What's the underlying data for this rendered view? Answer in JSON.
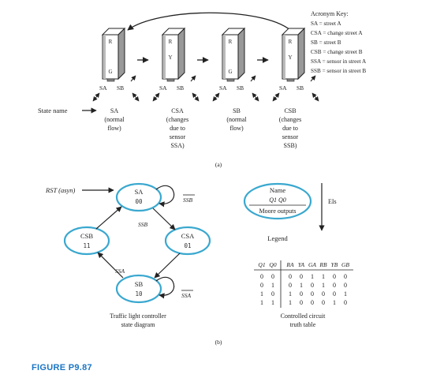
{
  "key": {
    "title": "Acronym Key:",
    "lines": [
      "SA = street A",
      "CSA = change street A",
      "SB = street B",
      "CSB = change street B",
      "SSA = sensor in street A",
      "SSB = sensor in street B"
    ]
  },
  "lights": [
    {
      "top": "R",
      "mid": "",
      "bot": "G",
      "sa": "SA",
      "sb": "SB"
    },
    {
      "top": "R",
      "mid": "Y",
      "bot": "",
      "sa": "SA",
      "sb": "SB"
    },
    {
      "top": "R",
      "mid": "",
      "bot": "G",
      "sa": "SA",
      "sb": "SB"
    },
    {
      "top": "R",
      "mid": "Y",
      "bot": "",
      "sa": "SA",
      "sb": "SB"
    }
  ],
  "state_name_label": "State name",
  "state_descs": [
    [
      "SA",
      "(normal",
      "flow)"
    ],
    [
      "CSA",
      "(changes",
      "due to",
      "sensor",
      "SSA)"
    ],
    [
      "SB",
      "(normal",
      "flow)"
    ],
    [
      "CSB",
      "(changes",
      "due to",
      "sensor",
      "SSB)"
    ]
  ],
  "caption_a": "(a)",
  "caption_b": "(b)",
  "rst_label": "RST (asyn)",
  "states": [
    {
      "name": "SA",
      "code": "00"
    },
    {
      "name": "CSA",
      "code": "01"
    },
    {
      "name": "SB",
      "code": "10"
    },
    {
      "name": "CSB",
      "code": "11"
    }
  ],
  "transitions": {
    "ssb_bar": "SSB",
    "ssb": "SSB",
    "ssa": "SSA",
    "ssa_bar": "SSA"
  },
  "legend": {
    "name": "Name",
    "code": "Q1 Q0",
    "outputs": "Moore outputs",
    "eis": "EIs",
    "title": "Legend"
  },
  "state_diagram_caption": [
    "Traffic light controller",
    "state diagram"
  ],
  "truth_table": {
    "header": [
      "Q1",
      "Q0",
      "RA",
      "YA",
      "GA",
      "RB",
      "YB",
      "GB"
    ],
    "rows": [
      [
        "0",
        "0",
        "0",
        "0",
        "1",
        "1",
        "0",
        "0"
      ],
      [
        "0",
        "1",
        "0",
        "1",
        "0",
        "1",
        "0",
        "0"
      ],
      [
        "1",
        "0",
        "1",
        "0",
        "0",
        "0",
        "0",
        "1"
      ],
      [
        "1",
        "1",
        "1",
        "0",
        "0",
        "0",
        "1",
        "0"
      ]
    ],
    "caption": [
      "Controlled circuit",
      "truth table"
    ]
  },
  "figure_label": "FIGURE P9.87"
}
